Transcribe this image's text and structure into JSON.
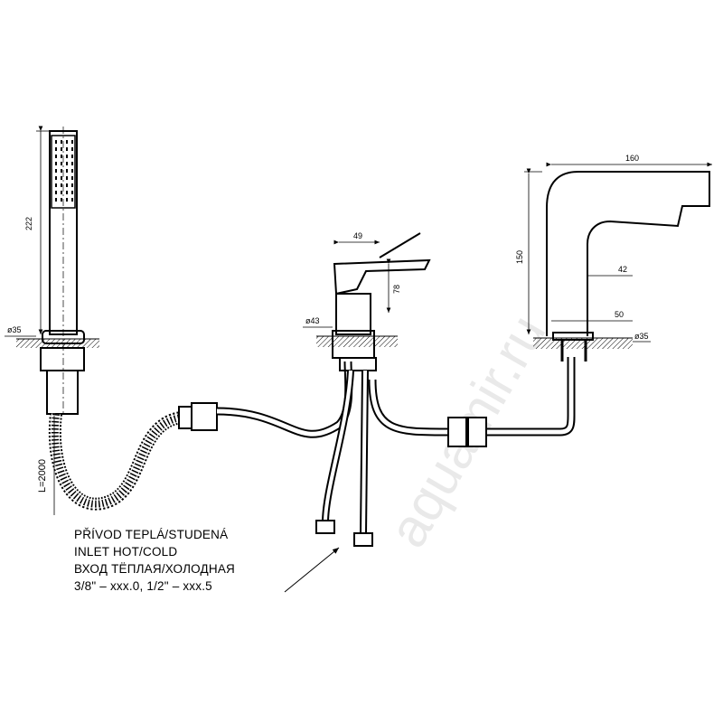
{
  "watermark": "aquamir.ru",
  "dimensions": {
    "shower_height": "222",
    "shower_diameter": "ø35",
    "hose_length": "L=2000",
    "mixer_width": "49",
    "mixer_height": "78",
    "mixer_diameter": "ø43",
    "spout_reach": "160",
    "spout_height": "150",
    "spout_width_top": "42",
    "spout_width_bottom": "50",
    "spout_diameter": "ø35"
  },
  "note": {
    "line1": "PŘÍVOD TEPLÁ/STUDENÁ",
    "line2": "INLET HOT/COLD",
    "line3": "ВХОД ТЁПЛАЯ/ХОЛОДНАЯ",
    "line4": "3/8\" – xxx.0, 1/2\" – xxx.5"
  }
}
